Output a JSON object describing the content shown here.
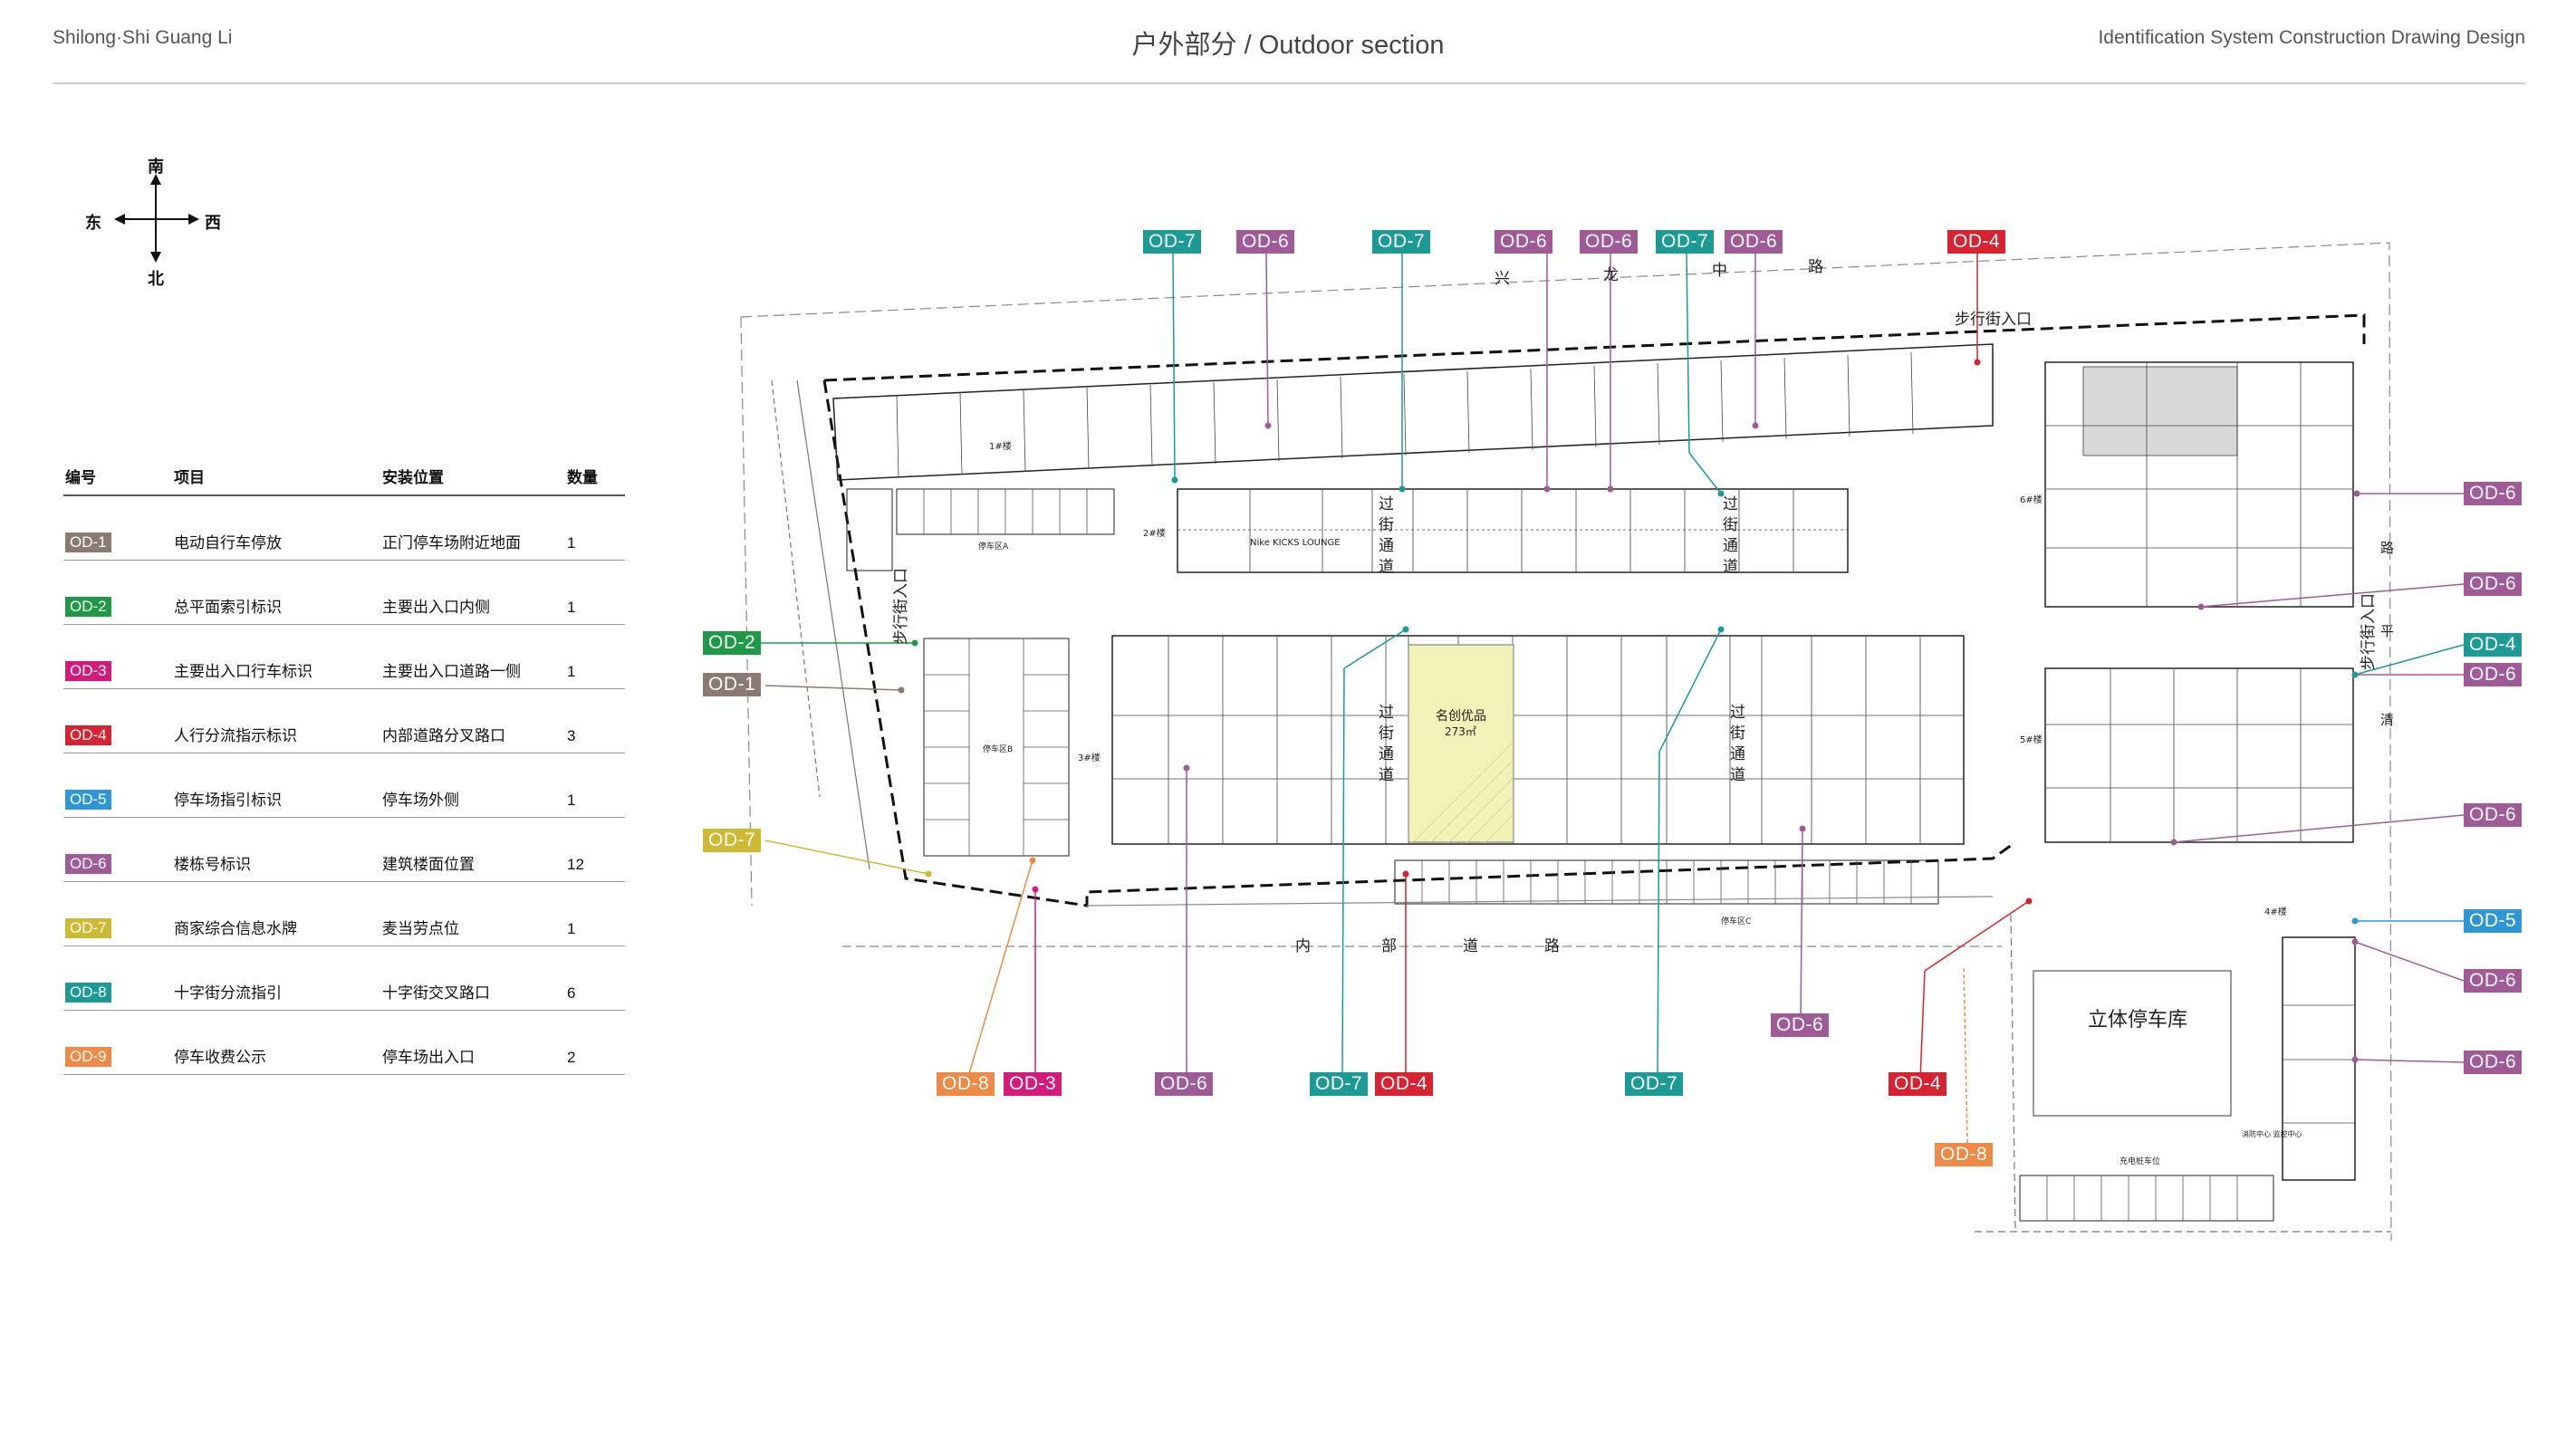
{
  "header": {
    "left": "Shilong·Shi Guang Li",
    "center": "户外部分  /  Outdoor section",
    "right": "Identification System Construction Drawing Design"
  },
  "compass": {
    "south": "南",
    "north": "北",
    "east": "东",
    "west": "西"
  },
  "colors": {
    "OD-1": "#8a7a72",
    "OD-2": "#1e9a46",
    "OD-3": "#d41a7a",
    "OD-4": "#d9222f",
    "OD-5": "#2e96d4",
    "OD-6": "#a05a98",
    "OD-7": "#1b9a96",
    "OD-8": "#1b9a96",
    "OD-7y": "#cdb932",
    "OD-9": "#ee8a46",
    "OD-8o": "#ee8a46"
  },
  "legend": {
    "headers": {
      "code": "编号",
      "item": "项目",
      "location": "安装位置",
      "qty": "数量"
    },
    "rows": [
      {
        "code": "OD-1",
        "color": "#8a7a72",
        "item": "电动自行车停放",
        "location": "正门停车场附近地面",
        "qty": "1"
      },
      {
        "code": "OD-2",
        "color": "#1e9a46",
        "item": "总平面索引标识",
        "location": "主要出入口内侧",
        "qty": "1"
      },
      {
        "code": "OD-3",
        "color": "#d41a7a",
        "item": "主要出入口行车标识",
        "location": "主要出入口道路一侧",
        "qty": "1"
      },
      {
        "code": "OD-4",
        "color": "#d9222f",
        "item": "人行分流指示标识",
        "location": "内部道路分叉路口",
        "qty": "3"
      },
      {
        "code": "OD-5",
        "color": "#2e96d4",
        "item": "停车场指引标识",
        "location": "停车场外侧",
        "qty": "1"
      },
      {
        "code": "OD-6",
        "color": "#a05a98",
        "item": "楼栋号标识",
        "location": "建筑楼面位置",
        "qty": "12"
      },
      {
        "code": "OD-7",
        "color": "#cdb932",
        "item": "商家综合信息水牌",
        "location": "麦当劳点位",
        "qty": "1"
      },
      {
        "code": "OD-8",
        "color": "#1b9a96",
        "item": "十字街分流指引",
        "location": "十字街交叉路口",
        "qty": "6"
      },
      {
        "code": "OD-9",
        "color": "#ee8a46",
        "item": "停车收费公示",
        "location": "停车场出入口",
        "qty": "2"
      }
    ]
  },
  "plan": {
    "road_north_chars": [
      "兴",
      "龙",
      "中",
      "路"
    ],
    "road_inner_chars": [
      "内",
      "部",
      "道",
      "路"
    ],
    "pedestrian_entry_top": "步行街入口",
    "pedestrian_entry_left": "步行街入口",
    "pedestrian_entry_right": "步行街入口",
    "crossing_chars": [
      "过",
      "街",
      "通",
      "道"
    ],
    "parking_garage": "立体停车库",
    "shop_name": "名创优品",
    "shop_area": "273㎡",
    "nike_label": "Nike KICKS LOUNGE",
    "bldg_labels": [
      "1#楼",
      "2#楼",
      "3#楼",
      "4#楼",
      "5#楼",
      "6#楼"
    ],
    "parking_labels": [
      "停车区A",
      "停车区B",
      "停车区C"
    ],
    "charge_label": "充电桩车位",
    "security_label": "消防中心 监控中心",
    "right_road": [
      "路",
      "平",
      "清"
    ]
  },
  "tags": [
    {
      "id": "t1",
      "label": "OD-7",
      "color": "#1b9a96"
    },
    {
      "id": "t2",
      "label": "OD-6",
      "color": "#a05a98"
    },
    {
      "id": "t3",
      "label": "OD-7",
      "color": "#1b9a96"
    },
    {
      "id": "t4",
      "label": "OD-6",
      "color": "#a05a98"
    },
    {
      "id": "t5",
      "label": "OD-6",
      "color": "#a05a98"
    },
    {
      "id": "t6",
      "label": "OD-7",
      "color": "#1b9a96"
    },
    {
      "id": "t7",
      "label": "OD-6",
      "color": "#a05a98"
    },
    {
      "id": "t8",
      "label": "OD-4",
      "color": "#d9222f"
    },
    {
      "id": "t9",
      "label": "OD-2",
      "color": "#1e9a46"
    },
    {
      "id": "t10",
      "label": "OD-1",
      "color": "#8a7a72"
    },
    {
      "id": "t11",
      "label": "OD-7",
      "color": "#cdb932"
    },
    {
      "id": "t12",
      "label": "OD-8",
      "color": "#ee8a46"
    },
    {
      "id": "t13",
      "label": "OD-3",
      "color": "#d41a7a"
    },
    {
      "id": "t14",
      "label": "OD-6",
      "color": "#a05a98"
    },
    {
      "id": "t15",
      "label": "OD-7",
      "color": "#1b9a96"
    },
    {
      "id": "t16",
      "label": "OD-4",
      "color": "#d9222f"
    },
    {
      "id": "t17",
      "label": "OD-7",
      "color": "#1b9a96"
    },
    {
      "id": "t18",
      "label": "OD-6",
      "color": "#a05a98"
    },
    {
      "id": "t19",
      "label": "OD-4",
      "color": "#d9222f"
    },
    {
      "id": "t20",
      "label": "OD-8",
      "color": "#ee8a46"
    },
    {
      "id": "t21",
      "label": "OD-6",
      "color": "#a05a98"
    },
    {
      "id": "t22",
      "label": "OD-6",
      "color": "#a05a98"
    },
    {
      "id": "t23",
      "label": "OD-4",
      "color": "#1b9a96"
    },
    {
      "id": "t24",
      "label": "OD-6",
      "color": "#a05a98"
    },
    {
      "id": "t25",
      "label": "OD-6",
      "color": "#a05a98"
    },
    {
      "id": "t26",
      "label": "OD-5",
      "color": "#2e96d4"
    },
    {
      "id": "t27",
      "label": "OD-6",
      "color": "#a05a98"
    },
    {
      "id": "t28",
      "label": "OD-6",
      "color": "#a05a98"
    }
  ]
}
